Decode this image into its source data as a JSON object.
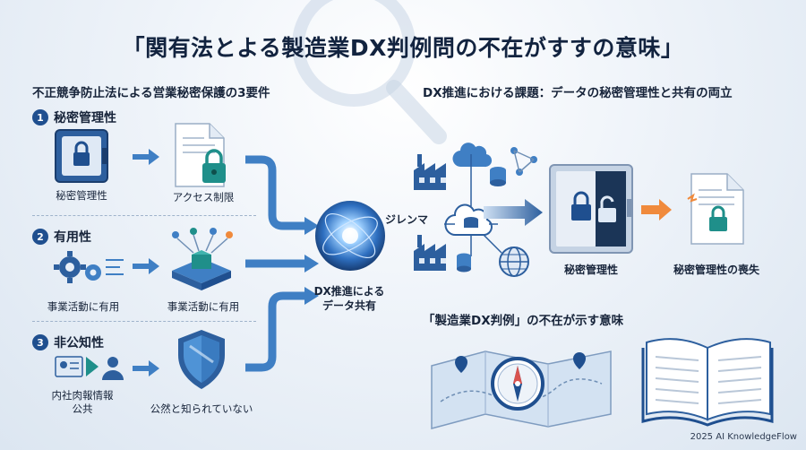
{
  "title": "「関有法とよる製造業DX判例問の不在がすすの意味」",
  "left": {
    "heading": "不正競争防止法による営業秘密保護の3要件",
    "requirements": [
      {
        "num": "1",
        "title": "秘密管理性",
        "label_a": "秘密管理性",
        "label_b": "アクセス制限"
      },
      {
        "num": "2",
        "title": "有用性",
        "label_a": "事業活動に有用",
        "label_b": "事業活動に有用"
      },
      {
        "num": "3",
        "title": "非公知性",
        "label_a": "内社肉報情報",
        "label_a2": "公共",
        "label_b": "公然と知られていない"
      }
    ]
  },
  "center": {
    "label_line1": "DX推進による",
    "label_line2": "データ共有",
    "dilemma": "ジレンマ"
  },
  "right": {
    "heading": "DX推進における課題：データの秘密管理性と共有の両立",
    "label_managed": "秘密管理性",
    "label_lost": "秘密管理性の喪失",
    "sub_heading": "「製造業DX判例」の不在が示す意味"
  },
  "footer": "2025 AI KnowledgeFlow",
  "colors": {
    "navy": "#1f4f8f",
    "blue": "#3f7fc4",
    "light_blue": "#cfe0f3",
    "orange": "#f08a3c"
  }
}
